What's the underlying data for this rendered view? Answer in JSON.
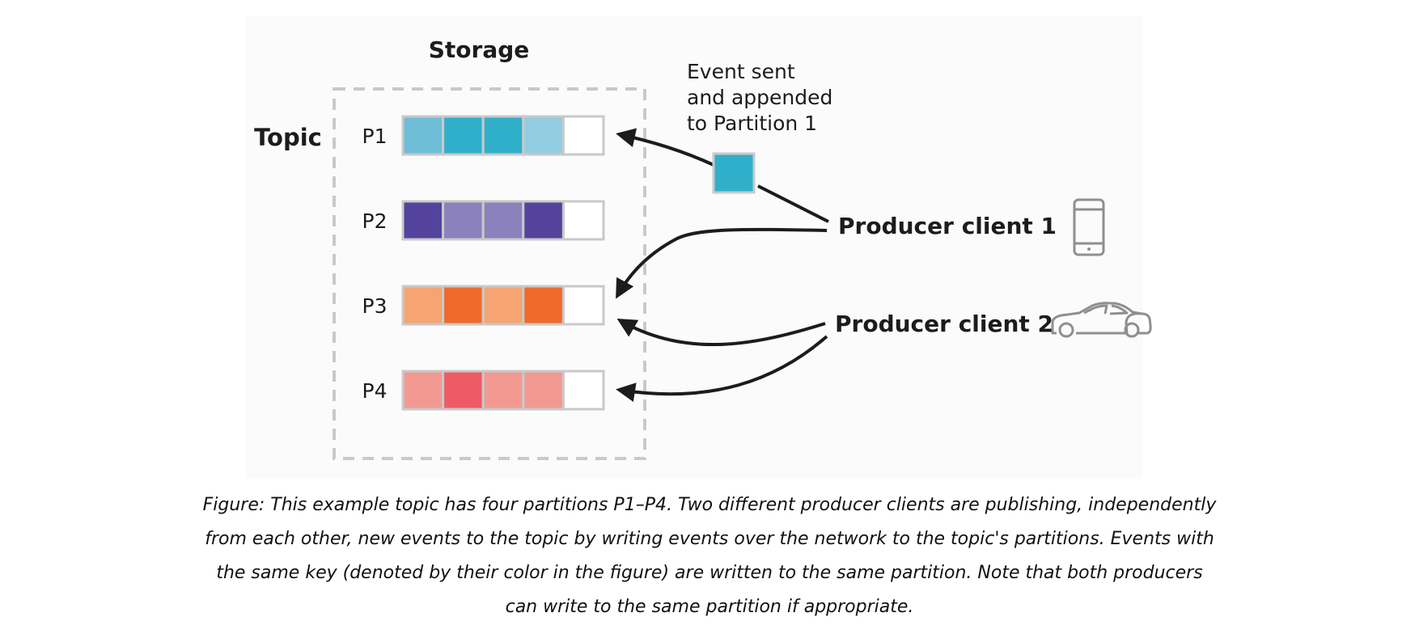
{
  "diagram": {
    "storage_label": "Storage",
    "topic_label": "Topic",
    "event_note": [
      "Event sent",
      "and appended",
      "to Partition 1"
    ],
    "partitions": [
      {
        "label": "P1",
        "cells": [
          "#6fbed7",
          "#30afcb",
          "#30afcb",
          "#93cde1",
          "#ffffff"
        ]
      },
      {
        "label": "P2",
        "cells": [
          "#53439c",
          "#8b81bd",
          "#8b81bd",
          "#53439c",
          "#ffffff"
        ]
      },
      {
        "label": "P3",
        "cells": [
          "#f5a472",
          "#f06a2b",
          "#f5a472",
          "#f06a2b",
          "#ffffff"
        ]
      },
      {
        "label": "P4",
        "cells": [
          "#f29a92",
          "#ee5b65",
          "#f29a92",
          "#f29a92",
          "#ffffff"
        ]
      }
    ],
    "event_color": "#30afcb",
    "producers": [
      {
        "label": "Producer client 1",
        "icon": "smartphone-icon"
      },
      {
        "label": "Producer client 2",
        "icon": "car-icon"
      }
    ]
  },
  "caption": "Figure: This example topic has four partitions P1–P4. Two different producer clients are publishing, independently from each other, new events to the topic by writing events over the network to the topic's partitions. Events with the same key (denoted by their color in the figure) are written to the same partition. Note that both producers can write to the same partition if appropriate."
}
